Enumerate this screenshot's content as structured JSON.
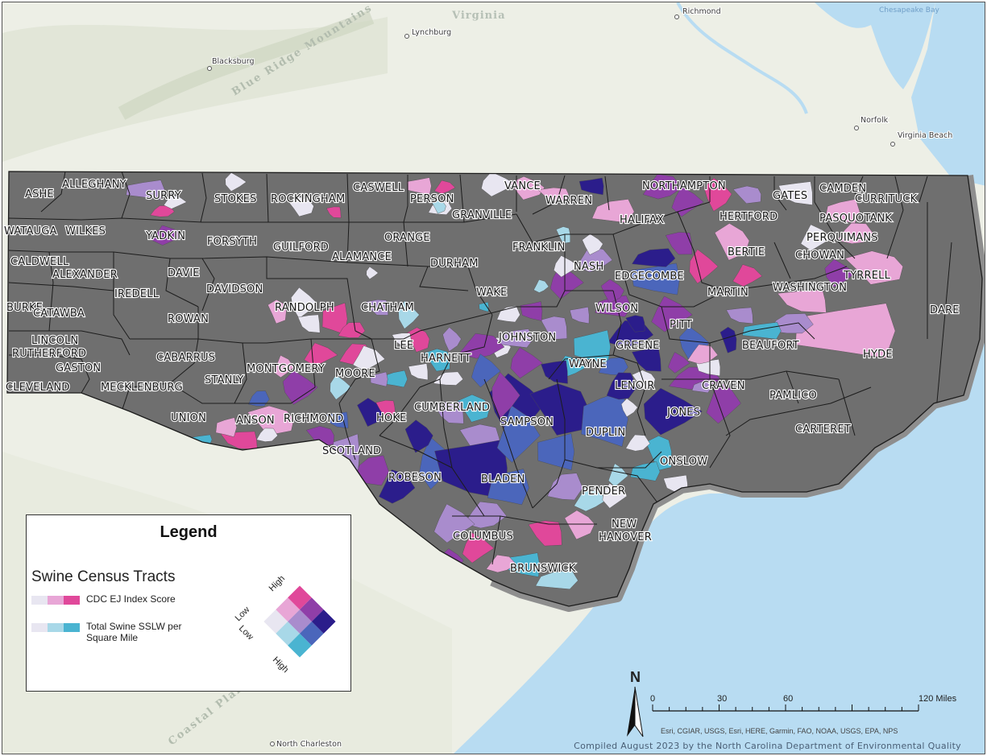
{
  "colors": {
    "county_fill": "#6f6f6f",
    "county_border": "#1c1c1c",
    "land": "#edefe6",
    "water": "#b8dcf2",
    "bivariate_matrix": [
      [
        "#e8e6f1",
        "#e8a6d6",
        "#e0489a"
      ],
      [
        "#a8d8e8",
        "#a98ccd",
        "#8f3ea8"
      ],
      [
        "#4ab4d1",
        "#4b66bb",
        "#2b1d8b"
      ]
    ]
  },
  "states": [
    "Virginia"
  ],
  "cities": [
    {
      "id": "richmond",
      "name": "Richmond"
    },
    {
      "id": "lynchburg",
      "name": "Lynchburg"
    },
    {
      "id": "blacksburg",
      "name": "Blacksburg"
    },
    {
      "id": "norfolk",
      "name": "Norfolk"
    },
    {
      "id": "virginia-beach",
      "name": "Virginia Beach"
    },
    {
      "id": "north-charleston",
      "name": "North Charleston"
    }
  ],
  "regions": [
    "Blue Ridge Mountains",
    "Coastal Plain"
  ],
  "water_labels": [
    "Chesapeake Bay"
  ],
  "counties": [
    "ASHE",
    "ALLEGHANY",
    "SURRY",
    "STOKES",
    "ROCKINGHAM",
    "CASWELL",
    "PERSON",
    "VANCE",
    "WARREN",
    "NORTHAMPTON",
    "GATES",
    "CAMDEN",
    "CURRITUCK",
    "WATAUGA",
    "WILKES",
    "YADKIN",
    "FORSYTH",
    "GUILFORD",
    "ORANGE",
    "GRANVILLE",
    "HALIFAX",
    "HERTFORD",
    "PASQUOTANK",
    "PERQUIMANS",
    "CALDWELL",
    "ALEXANDER",
    "DAVIE",
    "ALAMANCE",
    "DURHAM",
    "FRANKLIN",
    "NASH",
    "BERTIE",
    "CHOWAN",
    "TYRRELL",
    "BURKE",
    "CATAWBA",
    "IREDELL",
    "DAVIDSON",
    "RANDOLPH",
    "CHATHAM",
    "WAKE",
    "EDGECOMBE",
    "MARTIN",
    "WASHINGTON",
    "DARE",
    "ROWAN",
    "WILSON",
    "PITT",
    "BEAUFORT",
    "LINCOLN",
    "RUTHERFORD",
    "GASTON",
    "CLEVELAND",
    "CABARRUS",
    "LEE",
    "HARNETT",
    "JOHNSTON",
    "GREENE",
    "WAYNE",
    "HYDE",
    "MONTGOMERY",
    "MOORE",
    "STANLY",
    "MECKLENBURG",
    "LENOIR",
    "CRAVEN",
    "PAMLICO",
    "UNION",
    "ANSON",
    "RICHMOND",
    "HOKE",
    "CUMBERLAND",
    "SAMPSON",
    "DUPLIN",
    "JONES",
    "SCOTLAND",
    "CARTERET",
    "ONSLOW",
    "ROBESON",
    "BLADEN",
    "PENDER",
    "COLUMBUS",
    "NEW HANOVER",
    "BRUNSWICK"
  ],
  "legend": {
    "title": "Legend",
    "layer": "Swine Census Tracts",
    "ej_label": "CDC EJ Index Score",
    "swine_label": "Total Swine SSLW per Square Mile",
    "high_top": "High",
    "low_left": "Low",
    "low_lower": "Low",
    "high_bottom": "High",
    "ej_ramp": [
      "#e8e6f1",
      "#e8a6d6",
      "#e0489a"
    ],
    "swine_ramp": [
      "#e8e6f1",
      "#a8d8e8",
      "#4ab4d1"
    ]
  },
  "scale_bar": {
    "north": "N",
    "ticks": [
      "0",
      "30",
      "60",
      "120 Miles"
    ]
  },
  "attribution": "Esri, CGIAR, USGS, Esri, HERE, Garmin, FAO, NOAA, USGS, EPA, NPS",
  "compiled": "Compiled August 2023 by the North Carolina Department of Environmental Quality"
}
